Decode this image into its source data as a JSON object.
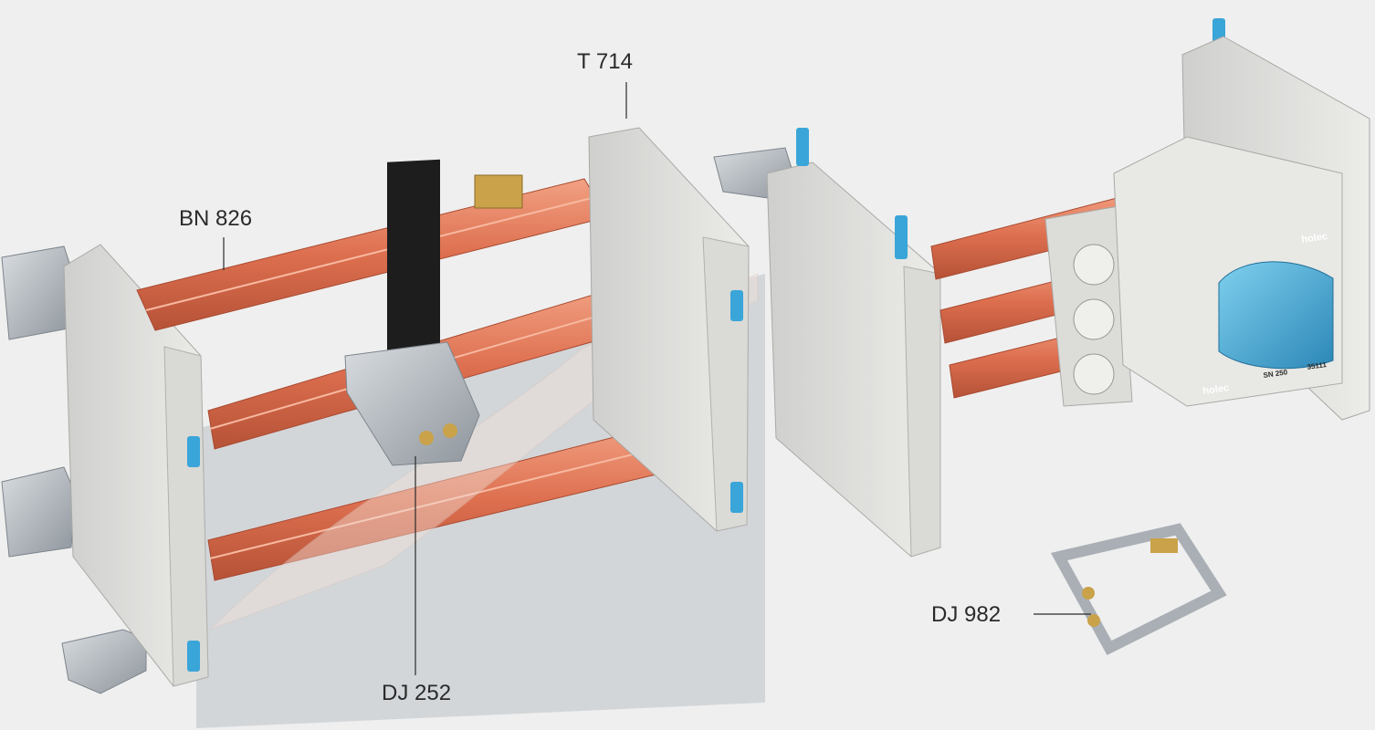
{
  "callouts": {
    "t714": "T 714",
    "bn826": "BN 826",
    "dj252": "DJ 252",
    "dj982": "DJ 982"
  },
  "product_text": {
    "brand_top": "holec",
    "brand_bottom": "holec",
    "model": "SN 250",
    "code": "35111"
  },
  "colors": {
    "background": "#efefef",
    "copper": "#e07a5a",
    "plastic": "#e4e4e2",
    "steel": "#b8bdc3",
    "blue_accent": "#3aa5d8",
    "brass": "#c9a24a"
  }
}
